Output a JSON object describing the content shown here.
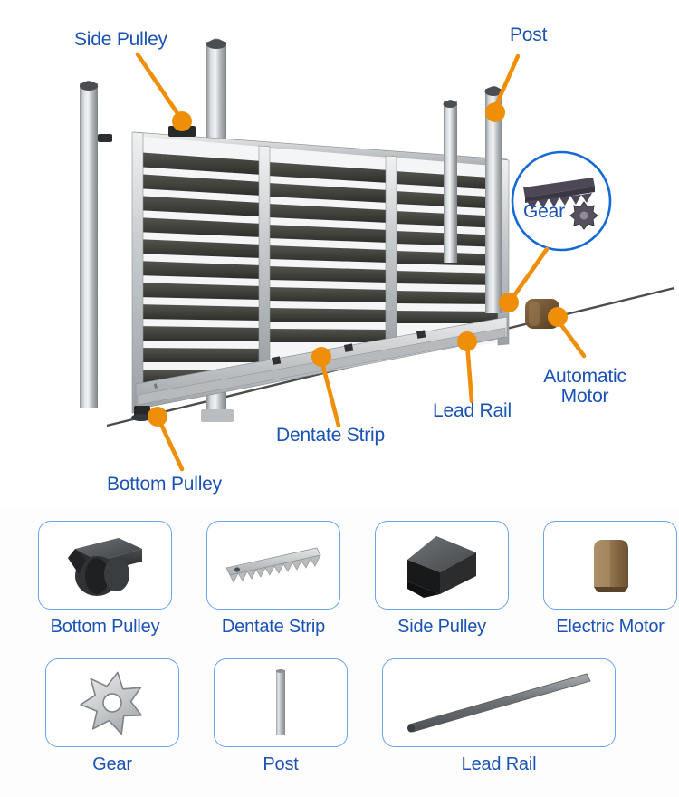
{
  "diagram": {
    "title": "Automatic sliding gate component diagram",
    "accent_color": "#ef8f09",
    "label_color": "#1a52b5",
    "card_border_color": "#6ba3ec",
    "callouts": [
      {
        "id": "side-pulley",
        "label": "Side Pulley"
      },
      {
        "id": "post",
        "label": "Post"
      },
      {
        "id": "gear",
        "label": "Gear"
      },
      {
        "id": "automatic-motor",
        "label": "Automatic\nMotor"
      },
      {
        "id": "lead-rail",
        "label": "Lead Rail"
      },
      {
        "id": "dentate-strip",
        "label": "Dentate Strip"
      },
      {
        "id": "bottom-pulley",
        "label": "Bottom Pulley"
      }
    ]
  },
  "gallery": {
    "row1": [
      {
        "id": "bottom-pulley",
        "caption": "Bottom Pulley",
        "icon": "bottom-pulley-icon"
      },
      {
        "id": "dentate-strip",
        "caption": "Dentate Strip",
        "icon": "dentate-strip-icon"
      },
      {
        "id": "side-pulley",
        "caption": "Side Pulley",
        "icon": "side-pulley-icon"
      },
      {
        "id": "electric-motor",
        "caption": "Electric Motor",
        "icon": "electric-motor-icon"
      }
    ],
    "row2": [
      {
        "id": "gear",
        "caption": "Gear",
        "icon": "gear-icon"
      },
      {
        "id": "post",
        "caption": "Post",
        "icon": "post-icon"
      },
      {
        "id": "lead-rail",
        "caption": "Lead Rail",
        "icon": "lead-rail-icon"
      }
    ]
  }
}
